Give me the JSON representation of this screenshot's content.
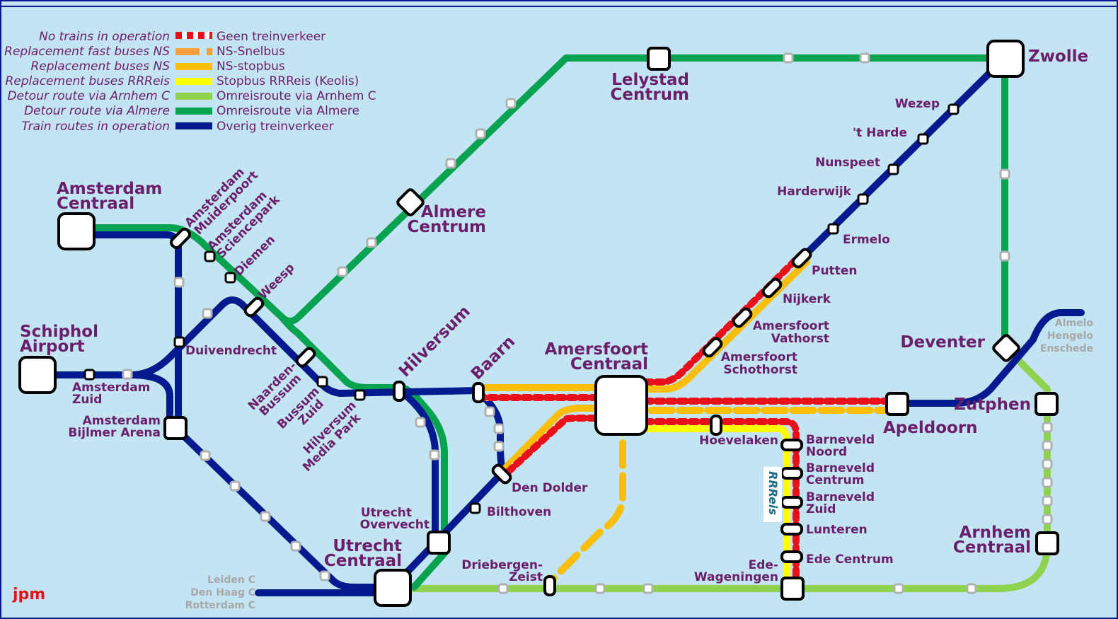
{
  "colors": {
    "background": "#c3e4f3",
    "no_trains_red": "#e8101a",
    "snelbus_orange": "#f5a043",
    "stopbus_yellow": "#fbbf0a",
    "rrreis_yellow": "#ffff00",
    "detour_arnhem": "#8ed24f",
    "detour_almere": "#07a351",
    "train_blue": "#041b8f",
    "label_purple": "#6b1f6b"
  },
  "legend": [
    {
      "en": "No trains in operation",
      "nl": "Geen treinverkeer",
      "style": "red-dashed"
    },
    {
      "en": "Replacement fast buses NS",
      "nl": "NS-Snelbus",
      "style": "orange-dashed"
    },
    {
      "en": "Replacement buses NS",
      "nl": "NS-stopbus",
      "style": "orange-solid"
    },
    {
      "en": "Replacement buses RRReis",
      "nl": "Stopbus RRReis (Keolis)",
      "style": "yellow-solid"
    },
    {
      "en": "Detour route via Arnhem C",
      "nl": "Omreisroute via Arnhem C",
      "style": "lightgreen-solid"
    },
    {
      "en": "Detour route via Almere",
      "nl": "Omreisroute via Almere",
      "style": "green-solid"
    },
    {
      "en": "Train routes in operation",
      "nl": "Overig treinverkeer",
      "style": "blue-solid"
    }
  ],
  "stations": {
    "amsterdam_c": [
      "Amsterdam",
      "Centraal"
    ],
    "schiphol": [
      "Schiphol",
      "Airport"
    ],
    "almere": [
      "Almere",
      "Centrum"
    ],
    "lelystad": [
      "Lelystad",
      "Centrum"
    ],
    "zwolle": "Zwolle",
    "wezep": "Wezep",
    "t_harde": "'t Harde",
    "nunspeet": "Nunspeet",
    "harderwijk": "Harderwijk",
    "ermelo": "Ermelo",
    "putten": "Putten",
    "nijkerk": "Nijkerk",
    "amf_vathorst": [
      "Amersfoort",
      "Vathorst"
    ],
    "amf_schothorst": [
      "Amersfoort",
      "Schothorst"
    ],
    "amersfoort_c": [
      "Amersfoort",
      "Centraal"
    ],
    "deventer": "Deventer",
    "apeldoorn": "Apeldoorn",
    "zutphen": "Zutphen",
    "arnhem_c": [
      "Arnhem",
      "Centraal"
    ],
    "hoevelaken": "Hoevelaken",
    "barneveld_noord": [
      "Barneveld",
      "Noord"
    ],
    "barneveld_centrum": [
      "Barneveld",
      "Centrum"
    ],
    "barneveld_zuid": [
      "Barneveld",
      "Zuid"
    ],
    "lunteren": "Lunteren",
    "ede_centrum": "Ede Centrum",
    "ede_wageningen": [
      "Ede-",
      "Wageningen"
    ],
    "driebergen": [
      "Driebergen-",
      "Zeist"
    ],
    "utrecht_c": [
      "Utrecht",
      "Centraal"
    ],
    "utrecht_overvecht": [
      "Utrecht",
      "Overvecht"
    ],
    "bilthoven": "Bilthoven",
    "den_dolder": "Den Dolder",
    "baarn": "Baarn",
    "hilversum": "Hilversum",
    "hilversum_mp": [
      "Hilversum",
      "Media Park"
    ],
    "bussum_zuid": [
      "Bussum",
      "Zuid"
    ],
    "naarden_bussum": [
      "Naarden-",
      "Bussum"
    ],
    "weesp": "Weesp",
    "diemen": "Diemen",
    "sciencepark": [
      "Amsterdam",
      "Sciencepark"
    ],
    "muiderpoort": [
      "Amsterdam",
      "Muiderpoort"
    ],
    "duivendrecht": "Duivendrecht",
    "amsterdam_zuid": [
      "Amsterdam",
      "Zuid"
    ],
    "bijlmer": [
      "Amsterdam",
      "Bijlmer Arena"
    ]
  },
  "destinations": {
    "east": [
      "Almelo",
      "Hengelo",
      "Enschede"
    ],
    "west": [
      "Leiden C",
      "Den Haag C",
      "Rotterdam C"
    ]
  },
  "rrreis_logo": "RRReis",
  "corner_logo": "jpm"
}
